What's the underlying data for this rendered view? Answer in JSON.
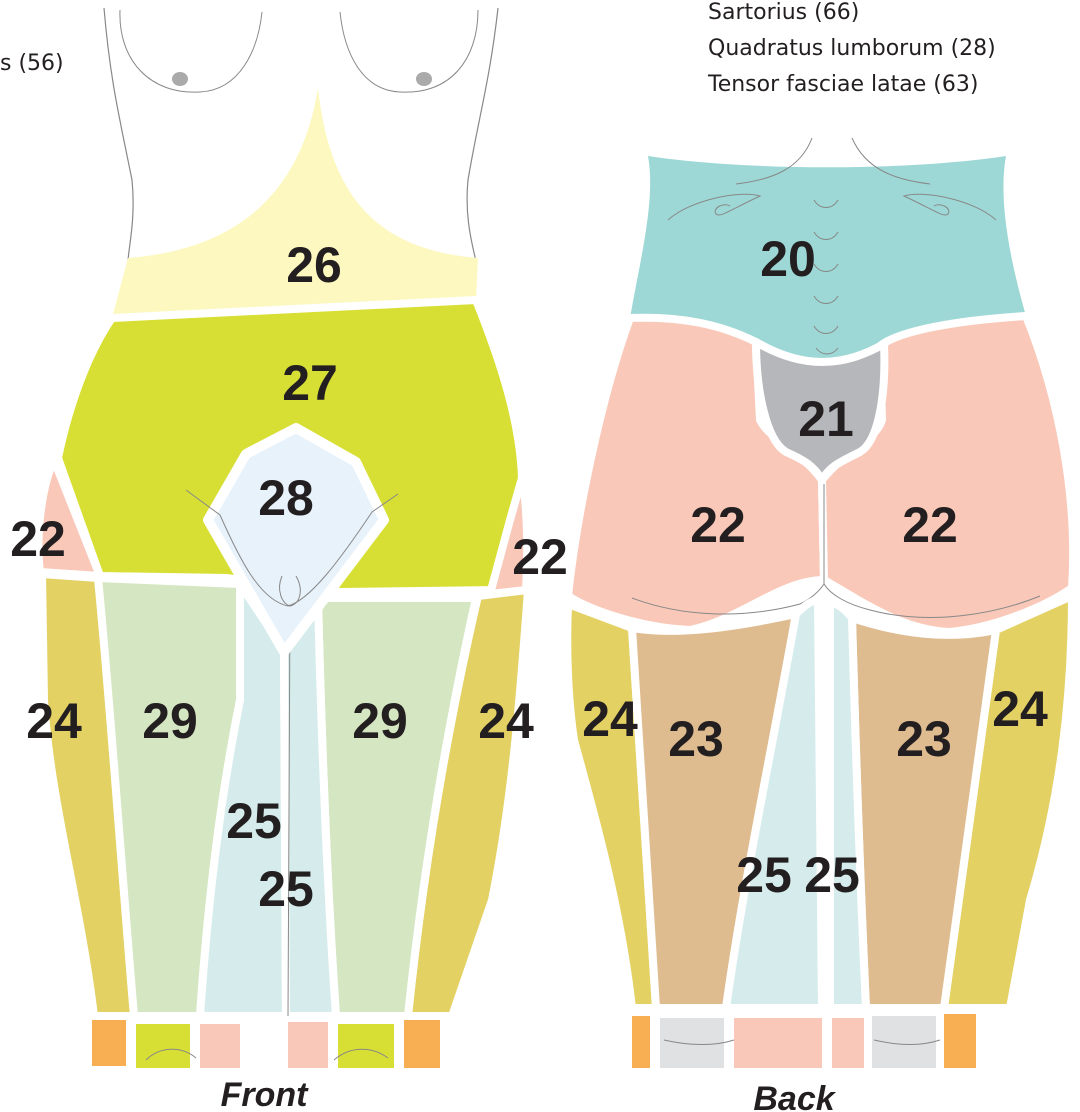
{
  "legend": {
    "left_fragment": "s  (56)",
    "items": [
      "Sartorius  (66)",
      "Quadratus lumborum  (28)",
      "Tensor fasciae latae (63)"
    ]
  },
  "captions": {
    "front": "Front",
    "back": "Back"
  },
  "front_labels": {
    "abdomen": "26",
    "pelvis": "27",
    "groin": "28",
    "hip_left": "22",
    "hip_right": "22",
    "lateral_thigh_left": "24",
    "lateral_thigh_right": "24",
    "anterior_thigh_left": "29",
    "anterior_thigh_right": "29",
    "medial_thigh_left": "25",
    "medial_thigh_right": "25"
  },
  "back_labels": {
    "lower_back": "20",
    "sacrum": "21",
    "buttock_left": "22",
    "buttock_right": "22",
    "lateral_thigh_left": "24",
    "lateral_thigh_right": "24",
    "posterior_thigh_left": "23",
    "posterior_thigh_right": "23",
    "medial_thigh_left": "25",
    "medial_thigh_right": "25"
  },
  "colors": {
    "region_20": "#9dd8d6",
    "region_21": "#b6b7ba",
    "region_22": "#f9c8b8",
    "region_23": "#dfbc90",
    "region_24": "#e3d164",
    "region_25": "#d6ecec",
    "region_26": "#fdf8c0",
    "region_27": "#d8df34",
    "region_28": "#e8f2fb",
    "region_29": "#d5e6c2",
    "knee_orange": "#f8ae52",
    "knee_peach": "#f9c8b8",
    "knee_grey": "#e0e1e2",
    "outline": "#888888",
    "text": "#231f20"
  }
}
